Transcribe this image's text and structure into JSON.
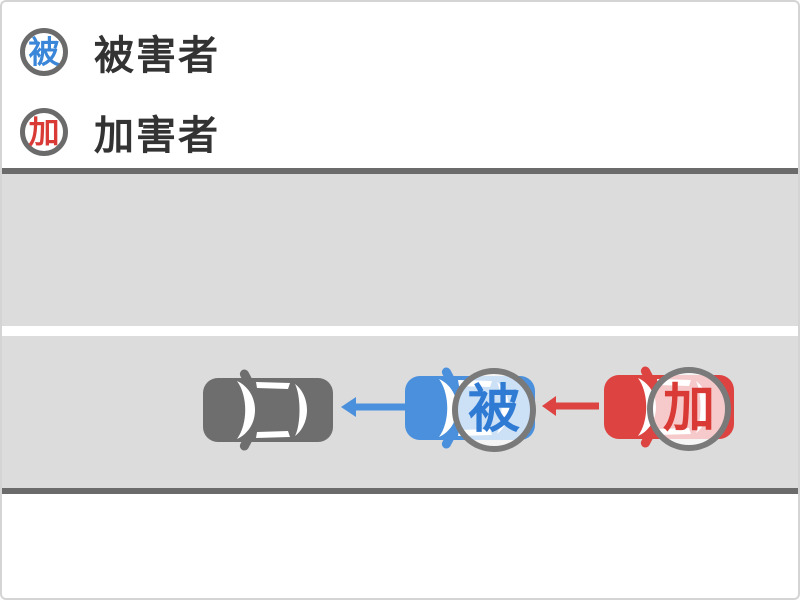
{
  "legend": {
    "items": [
      {
        "badge_char": "被",
        "label": "被害者"
      },
      {
        "badge_char": "加",
        "label": "加害者"
      }
    ]
  },
  "scene": {
    "description_elements": {
      "stopped_car": {
        "role": "stopped-car",
        "color": "#6e6e6e"
      },
      "victim_car": {
        "badge_char": "被",
        "color": "#4a90dd",
        "moving": "left"
      },
      "perpetrator_car": {
        "badge_char": "加",
        "color": "#dd4341",
        "moving": "left"
      }
    }
  },
  "colors": {
    "victim_blue": "#4a90dd",
    "victim_badge_text": "#2f7bd4",
    "perpetrator_red": "#dd4341",
    "perpetrator_badge_text": "#d93a36",
    "stopped_gray": "#6e6e6e",
    "road_surface": "#dcdcdc",
    "road_edge_line": "#6b6b6b",
    "lane_divider": "#ffffff",
    "badge_ring": "#7a7a7a",
    "legend_text": "#333333"
  }
}
